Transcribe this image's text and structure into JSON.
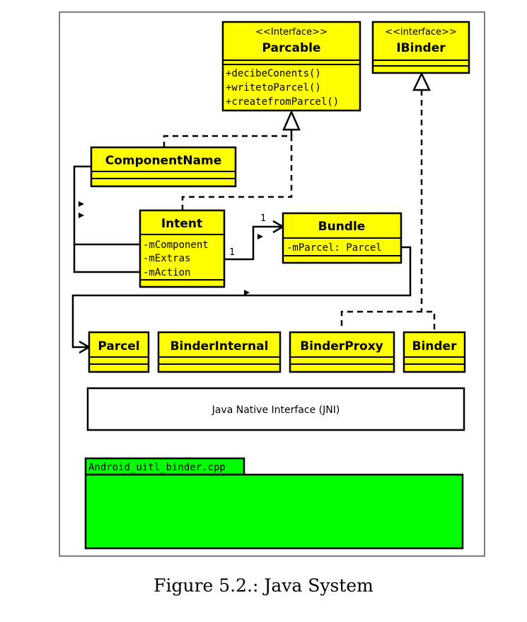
{
  "diagram": {
    "classes": {
      "parcelable": {
        "stereotype": "<<Interface>>",
        "name": "Parcable",
        "methods": [
          "+decibeConents()",
          "+writetoParcel()",
          "+createfromParcel()"
        ]
      },
      "ibinder": {
        "stereotype": "<<interface>>",
        "name": "IBinder"
      },
      "component_name": {
        "name": "ComponentName"
      },
      "intent": {
        "name": "Intent",
        "fields": [
          "-mComponent",
          "-mExtras",
          "-mAction"
        ]
      },
      "bundle": {
        "name": "Bundle",
        "fields": [
          "-mParcel: Parcel"
        ]
      },
      "parcel": {
        "name": "Parcel"
      },
      "binder_internal": {
        "name": "BinderInternal"
      },
      "binder_proxy": {
        "name": "BinderProxy"
      },
      "binder": {
        "name": "Binder"
      }
    },
    "multiplicity": {
      "intent_end": "1",
      "bundle_end": "1"
    },
    "jni": {
      "label": "Java Native Interface (JNI)"
    },
    "native_file": {
      "label": "Android_uitl_binder.cpp"
    },
    "colors": {
      "class_fill": "#ffff00",
      "native_fill": "#00ff00",
      "line": "#000000"
    }
  },
  "caption": "Figure 5.2.: Java System"
}
